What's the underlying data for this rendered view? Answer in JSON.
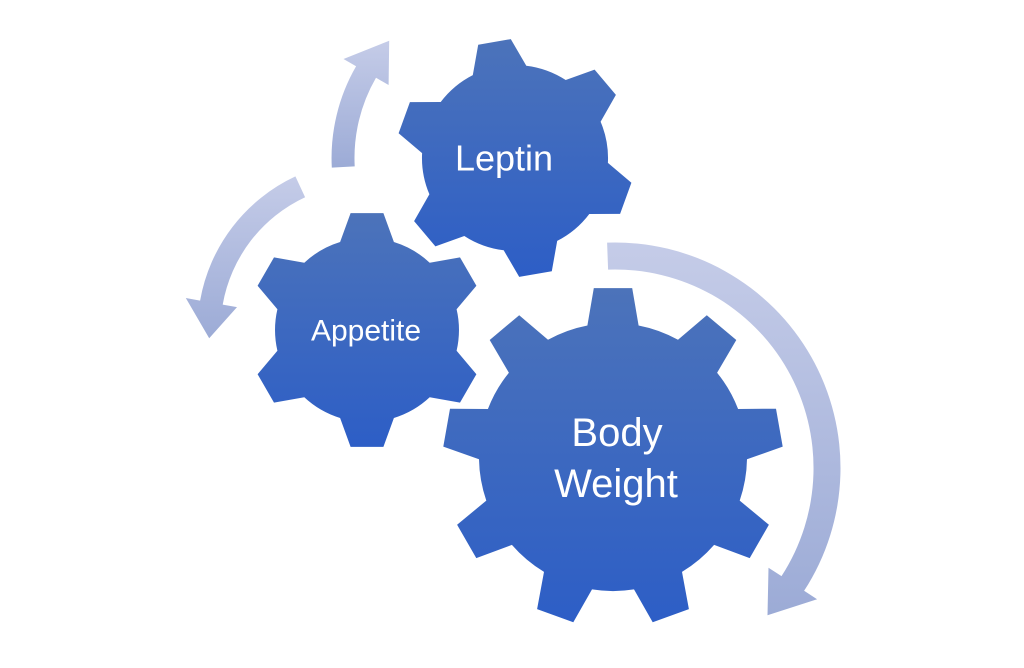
{
  "diagram": {
    "background_color": "#ffffff",
    "colors": {
      "gear_gradient_top": "#4C73BA",
      "gear_gradient_bottom": "#2D5EC6",
      "arrow_gradient_light": "#C5CCE8",
      "arrow_gradient_dark": "#9CABD6",
      "label_color": "#FFFFFF"
    },
    "gears": [
      {
        "id": "leptin",
        "label": "Leptin"
      },
      {
        "id": "appetite",
        "label": "Appetite"
      },
      {
        "id": "body-weight",
        "label": "Body Weight",
        "label_lines": [
          "Body",
          "Weight"
        ]
      }
    ],
    "arrows": [
      {
        "id": "arrow-leptin",
        "direction": "curves up-right beside Leptin gear"
      },
      {
        "id": "arrow-appetite",
        "direction": "curves down-left beside Appetite gear"
      },
      {
        "id": "arrow-body-weight",
        "direction": "sweeps clockwise around Body Weight gear"
      }
    ]
  }
}
